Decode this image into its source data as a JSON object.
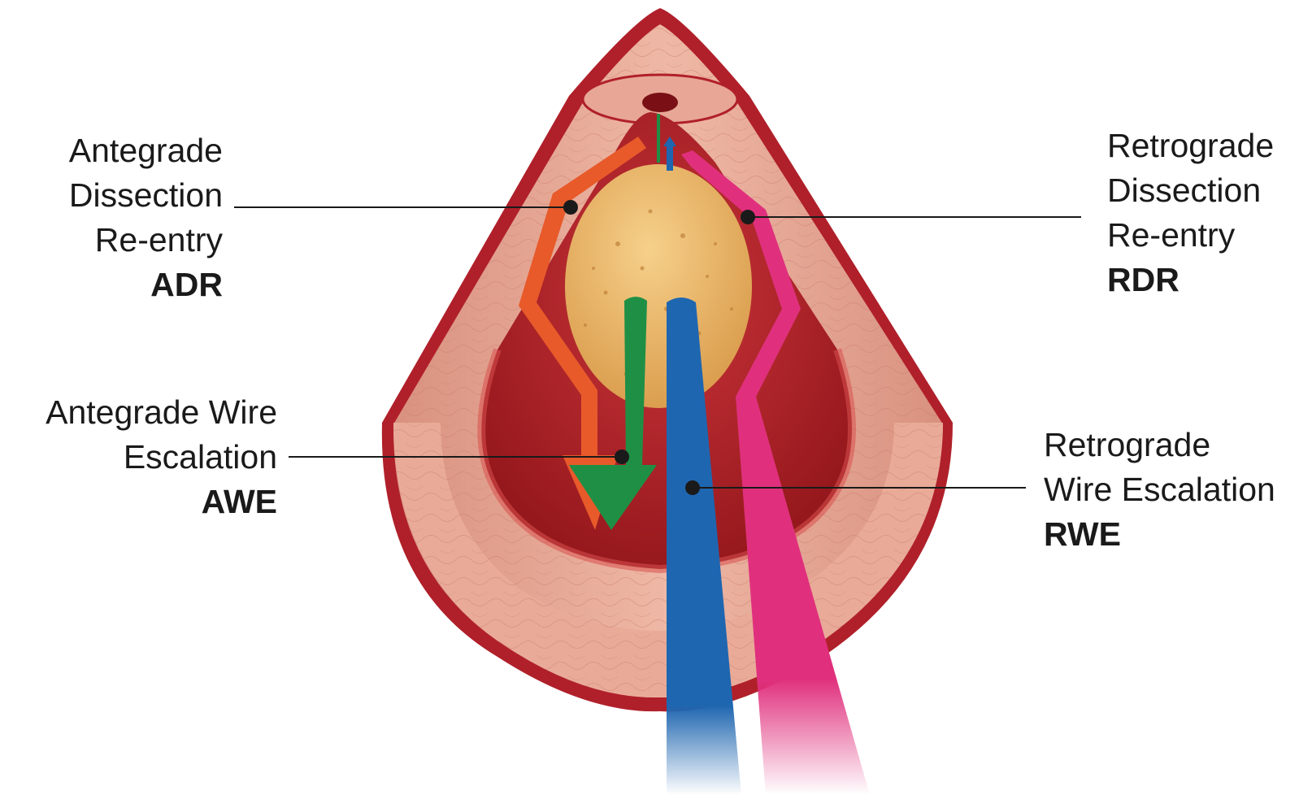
{
  "labels": {
    "adr": {
      "line1": "Antegrade",
      "line2": "Dissection",
      "line3": "Re-entry",
      "abbr": "ADR"
    },
    "rdr": {
      "line1": "Retrograde",
      "line2": "Dissection",
      "line3": "Re-entry",
      "abbr": "RDR"
    },
    "awe": {
      "line1": "Antegrade Wire",
      "line2": "Escalation",
      "abbr": "AWE"
    },
    "rwe": {
      "line1": "Retrograde",
      "line2": "Wire Escalation",
      "abbr": "RWE"
    }
  },
  "colors": {
    "vessel_outer": "#b0202a",
    "vessel_wall": "#e3a493",
    "lumen": "#b8282e",
    "plaque": "#e9b96a",
    "adr_path": "#e85a2a",
    "awe_path": "#1f8f45",
    "rwe_path": "#1f66b0",
    "rdr_path": "#e0307d",
    "leader": "#1a1a1a"
  }
}
